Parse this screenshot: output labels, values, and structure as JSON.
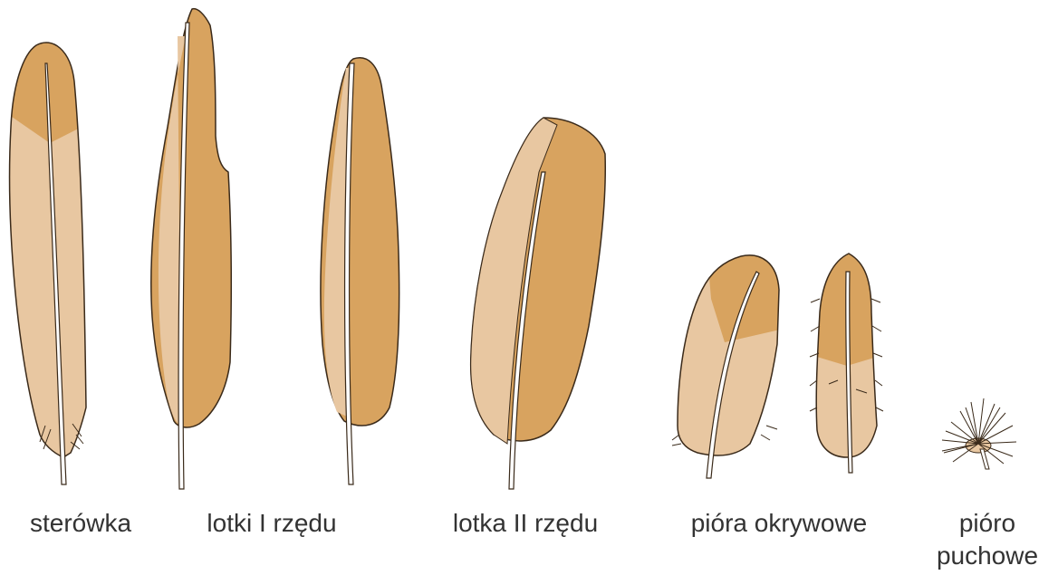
{
  "colors": {
    "dark_vane": "#d8a35f",
    "light_vane": "#e8c7a1",
    "outline": "#3a2a1a",
    "shaft": "#ffffff",
    "label_text": "#333333"
  },
  "feathers": [
    {
      "id": "tail",
      "label": "sterówka",
      "icon": "tail-feather-icon"
    },
    {
      "id": "primary-1",
      "label": "lotki I rzędu",
      "icon": "primary-feather-icon"
    },
    {
      "id": "primary-2",
      "label": "lotki I rzędu",
      "icon": "primary-feather-icon"
    },
    {
      "id": "secondary",
      "label": "lotka II rzędu",
      "icon": "secondary-feather-icon"
    },
    {
      "id": "covert-1",
      "label": "pióra okrywowe",
      "icon": "covert-feather-icon"
    },
    {
      "id": "covert-2",
      "label": "pióra okrywowe",
      "icon": "covert-feather-icon"
    },
    {
      "id": "down",
      "label": "pióro puchowe",
      "icon": "down-feather-icon"
    }
  ],
  "labels": {
    "tail": "sterówka",
    "primary": "lotki I rzędu",
    "secondary": "lotka II rzędu",
    "covert": "pióra okrywowe",
    "down_line1": "pióro",
    "down_line2": "puchowe"
  }
}
